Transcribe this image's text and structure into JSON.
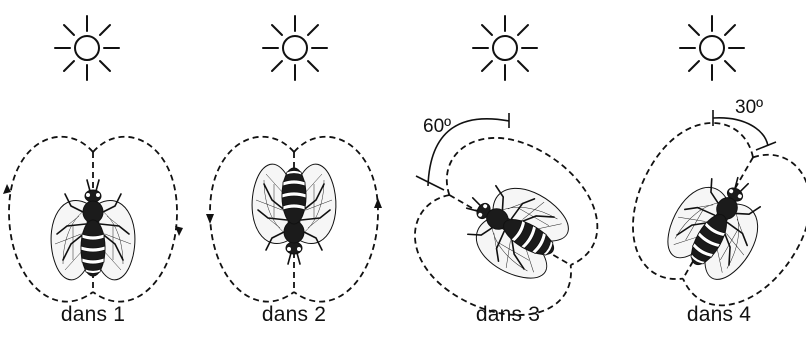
{
  "panels": [
    {
      "label": "dans 1"
    },
    {
      "label": "dans 2"
    },
    {
      "label": "dans 3",
      "angle": "60º"
    },
    {
      "label": "dans 4",
      "angle": "30º"
    }
  ],
  "icons": {
    "sun": "sun-icon",
    "bee": "bee-icon"
  },
  "colors": {
    "ink": "#111111",
    "background": "#ffffff"
  }
}
